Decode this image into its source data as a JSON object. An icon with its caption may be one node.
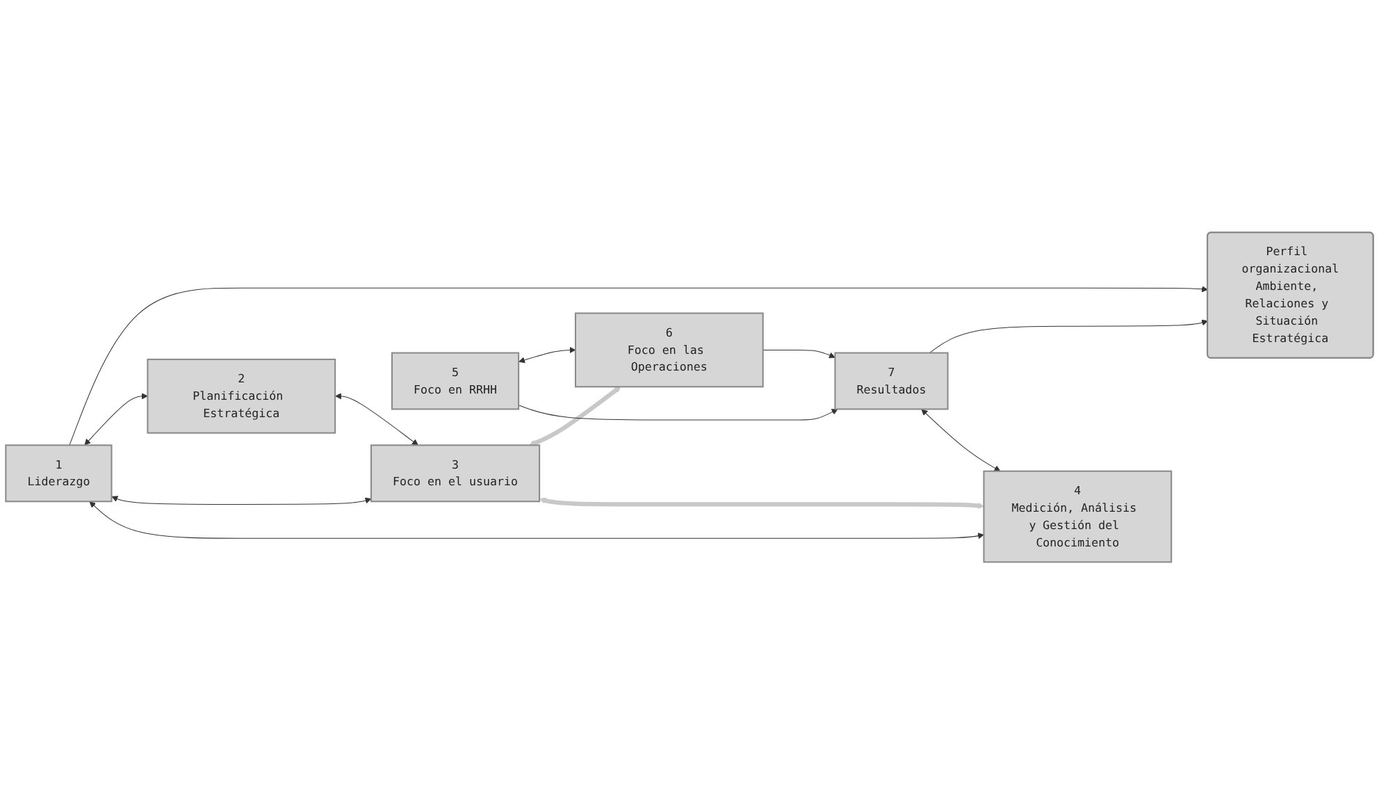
{
  "diagram": {
    "nodes": [
      {
        "text": [
          "Perfil organizacional",
          "Ambiente, Relaciones y Situación Estratégica"
        ]
      },
      {
        "text": [
          "1",
          "Liderazgo"
        ]
      },
      {
        "text": [
          "2",
          "Planificación Estratégica"
        ]
      },
      {
        "text": [
          "3",
          "Foco en el usuario"
        ]
      },
      {
        "text": [
          "4",
          "Medición, Análisis y Gestión del Conocimiento"
        ]
      },
      {
        "text": [
          "5",
          "Foco en RRHH"
        ]
      },
      {
        "text": [
          "6",
          "Foco en las Operaciones"
        ]
      },
      {
        "text": [
          "7",
          "Resultados"
        ]
      }
    ],
    "edges": [
      {
        "from": 1,
        "to": 0,
        "arrow": "to"
      },
      {
        "from": 7,
        "to": 0,
        "arrow": "to"
      },
      {
        "from": 1,
        "to": 2,
        "arrow": "both"
      },
      {
        "from": 1,
        "to": 3,
        "arrow": "both"
      },
      {
        "from": 2,
        "to": 3,
        "arrow": "both"
      },
      {
        "from": 3,
        "to": 6,
        "arrow": "both",
        "style": "thick",
        "color": "#c8c8c8"
      },
      {
        "from": 5,
        "to": 6,
        "arrow": "both"
      },
      {
        "from": 5,
        "to": 7,
        "arrow": "to"
      },
      {
        "from": 6,
        "to": 7,
        "arrow": "to"
      },
      {
        "from": 3,
        "to": 4,
        "arrow": "both",
        "style": "thick",
        "color": "#c8c8c8"
      },
      {
        "from": 1,
        "to": 4,
        "arrow": "both"
      },
      {
        "from": 7,
        "to": 4,
        "arrow": "both"
      }
    ]
  }
}
